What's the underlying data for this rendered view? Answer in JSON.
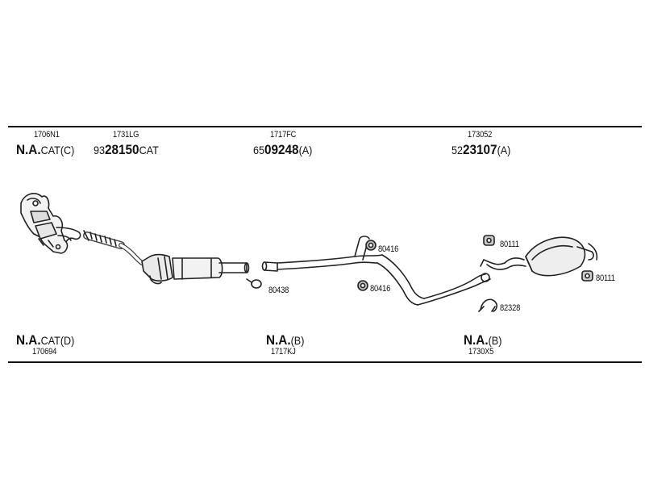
{
  "top_labels": [
    {
      "code": "1706N1",
      "pre": "",
      "bold": "N.A.",
      "post": "CAT(C)"
    },
    {
      "code": "1731LG",
      "pre": "93",
      "bold": "28150",
      "post": "CAT"
    },
    {
      "code": "1717FC",
      "pre": "65",
      "bold": "09248",
      "post": "(A)"
    },
    {
      "code": "173052",
      "pre": "52",
      "bold": "23107",
      "post": "(A)"
    }
  ],
  "bottom_labels": [
    {
      "code": "170694",
      "bold": "N.A.",
      "post": "CAT(D)"
    },
    {
      "code": "1717KJ",
      "bold": "N.A.",
      "post": "(B)"
    },
    {
      "code": "1730X5",
      "bold": "N.A.",
      "post": "(B)"
    }
  ],
  "callouts": {
    "clamp": "80438",
    "hanger_a": "80416",
    "hanger_b": "80416",
    "mount_a": "80111",
    "mount_b": "80111",
    "bracket": "82328"
  }
}
